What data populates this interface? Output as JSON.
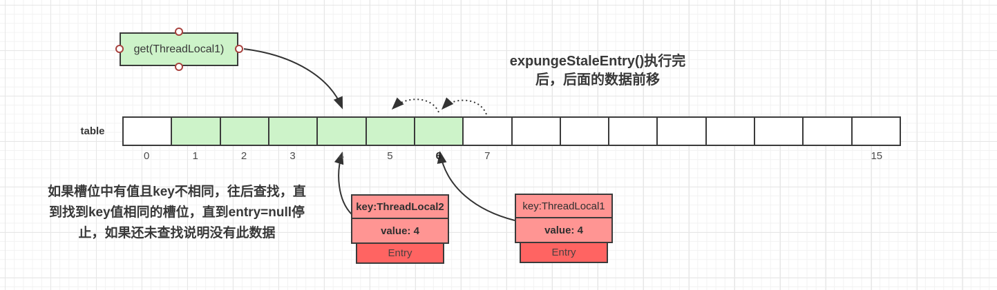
{
  "colors": {
    "green": "#cdf3c9",
    "border": "#3a3a3a",
    "salmon": "#ff9593",
    "red": "#ff6462",
    "text": "#383838",
    "handle": "#a8423e",
    "arrow": "#333333",
    "grid-minor": "#f2f2f2",
    "grid-major": "#e6e6e6"
  },
  "get_box": {
    "label": "get(ThreadLocal1)"
  },
  "title": {
    "line1": "expungeStaleEntry()执行完",
    "line2": "后，后面的数据前移"
  },
  "note": {
    "line1": "如果槽位中有值且key不相同，往后查找，直",
    "line2": "到找到key值相同的槽位，直到entry=null停",
    "line3": "止，如果还未查找说明没有此数据"
  },
  "table": {
    "label": "table",
    "cell_labels": [
      "0",
      "1",
      "2",
      "3",
      "4",
      "5",
      "6",
      "7",
      "",
      "",
      "",
      "",
      "",
      "",
      "",
      "15"
    ],
    "green_indices": [
      1,
      2,
      3,
      4,
      5,
      6
    ],
    "bold_label": "6"
  },
  "entries": [
    {
      "key": "key:ThreadLocal2",
      "value": "value: 4",
      "tag": "Entry",
      "key_bold": true
    },
    {
      "key": "key:ThreadLocal1",
      "value": "value: 4",
      "tag": "Entry",
      "key_bold": false
    }
  ]
}
